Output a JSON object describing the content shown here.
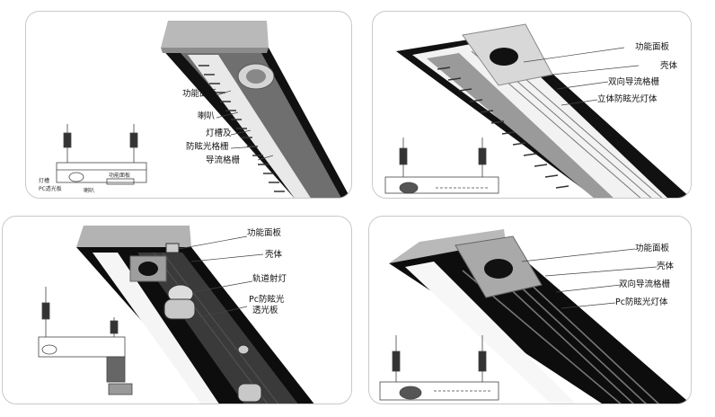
{
  "panels": [
    {
      "labels": [
        "功能面板",
        "喇叭",
        "灯槽及",
        "防眩光格栅",
        "导流格栅"
      ],
      "diagram_labels": [
        "灯槽",
        "功能面板",
        "PC透光板",
        "喇叭"
      ]
    },
    {
      "labels": [
        "功能面板",
        "壳体",
        "双向导流格栅",
        "立体防眩光灯体"
      ]
    },
    {
      "labels": [
        "功能面板",
        "壳体",
        "轨道射灯",
        "Pc防眩光",
        "透光板"
      ]
    },
    {
      "labels": [
        "功能面板",
        "壳体",
        "双向导流格栅",
        "Pc防眩光灯体"
      ]
    }
  ]
}
